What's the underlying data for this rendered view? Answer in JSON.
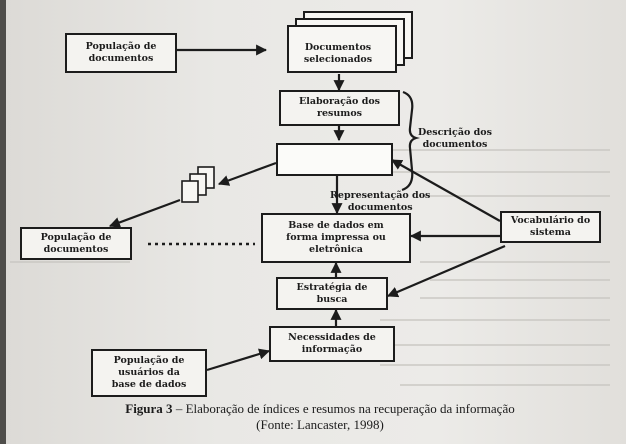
{
  "diagram": {
    "boxes": {
      "populacao_documentos_top": "População de\ndocumentos",
      "documentos_selecionados": "Documentos\nselecionados",
      "elaboracao_resumos": "Elaboração dos\nresumos",
      "indexacao_blank": "",
      "base_de_dados": "Base de dados em\nforma impressa ou\neletrônica",
      "estrategia_busca": "Estratégia de\nbusca",
      "necessidades_informacao": "Necessidades de\ninformação",
      "populacao_usuarios": "População de\nusuários da\nbase de dados",
      "populacao_documentos_left": "População de\ndocumentos",
      "vocabulario_sistema": "Vocabulário do\nsistema"
    },
    "labels": {
      "descricao_documentos": "Descrição dos\ndocumentos",
      "representacao_documentos": "Representação dos\ndocumentos"
    }
  },
  "caption": {
    "figure_label": "Figura 3",
    "line1": " – Elaboração de índices e resumos na recuperação da informação",
    "line2": "(Fonte: Lancaster, 1998)"
  }
}
